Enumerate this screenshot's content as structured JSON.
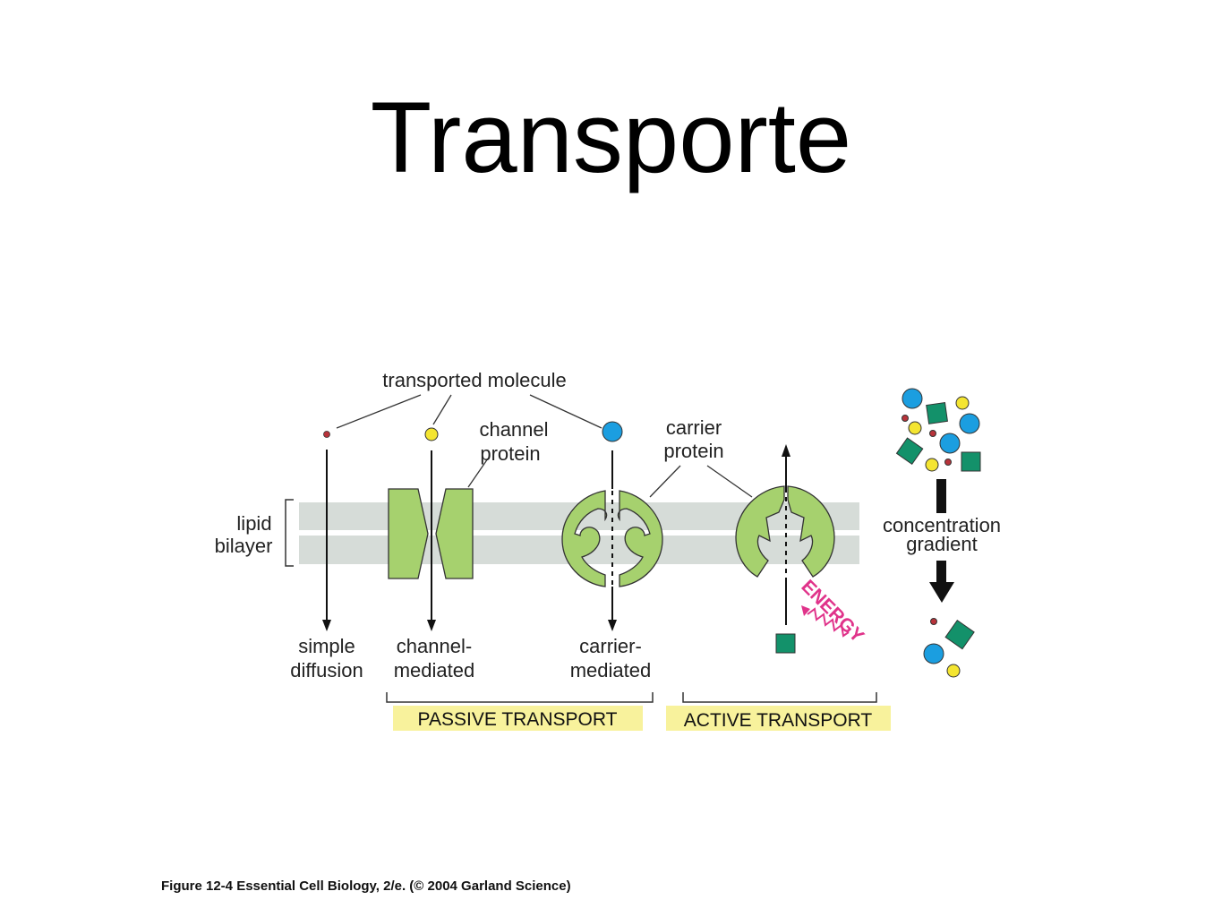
{
  "slide": {
    "title": "Transporte",
    "caption": "Figure 12-4  Essential Cell Biology, 2/e. (© 2004 Garland Science)"
  },
  "diagram": {
    "labels": {
      "transported_molecule": "transported molecule",
      "channel_protein_1": "channel",
      "channel_protein_2": "protein",
      "carrier_protein_1": "carrier",
      "carrier_protein_2": "protein",
      "lipid_1": "lipid",
      "lipid_2": "bilayer",
      "simple_1": "simple",
      "simple_2": "diffusion",
      "channel_med_1": "channel-",
      "channel_med_2": "mediated",
      "carrier_med_1": "carrier-",
      "carrier_med_2": "mediated",
      "energy": "ENERGY",
      "gradient_1": "concentration",
      "gradient_2": "gradient",
      "passive": "PASSIVE TRANSPORT",
      "active": "ACTIVE TRANSPORT"
    },
    "colors": {
      "membrane": "#d6dcd8",
      "protein": "#a6d16e",
      "blue_molecule": "#1b9ee0",
      "yellow_molecule": "#f4e531",
      "green_molecule": "#13916a",
      "red_molecule": "#b8333a",
      "energy": "#e0338a",
      "band": "#f8f29c"
    }
  }
}
